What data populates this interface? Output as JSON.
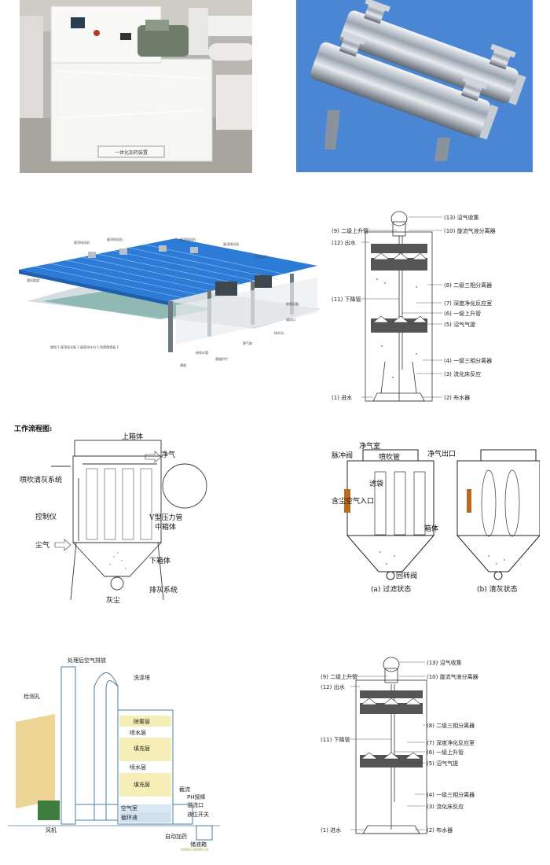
{
  "photo_dosing": {
    "plate": "一体化加药装置"
  },
  "photo_uv": {},
  "workshop": {
    "labels": [
      "屋顶排风机",
      "屋顶排风机",
      "屋顶排风机",
      "屋顶排风机",
      "负压风机",
      "除臭设备",
      "通风口",
      "排水沟",
      "换气扇",
      "给排水管",
      "隔墙 1 屋顶采光板 1 屋面排水沟 1 防腐隔墙板 1",
      "通道",
      "通风管道",
      "通道护栏"
    ]
  },
  "reactor_top": {
    "callouts": [
      "(13) 沼气收集",
      "(9) 二级上升管",
      "(10) 旋流气液分离器",
      "(12) 出水",
      "(8) 二级三相分离器",
      "(11) 下降管",
      "(7) 深度净化反应室",
      "(6) 一级上升管",
      "(5) 沼气气提",
      "(4) 一级三相分离器",
      "(3) 流化床反应",
      "(1) 进水",
      "(2) 布水器"
    ]
  },
  "flow": {
    "heading": "工作流程图:",
    "labels": [
      "上箱体",
      "净气",
      "喷吹清灰系统",
      "V型压力管",
      "中箱体",
      "控制仪",
      "尘气",
      "下箱体",
      "排灰系统",
      "灰尘"
    ]
  },
  "bag_filter": {
    "labels": [
      "净气室",
      "脉冲阀",
      "喷吹管",
      "净气出口",
      "滤袋",
      "含尘空气入口",
      "箱体",
      "回转阀"
    ],
    "captions": [
      "(a)  过滤状态",
      "(b)  清灰状态"
    ]
  },
  "scrubber": {
    "labels": [
      "处理后空气排放",
      "检测孔",
      "洗涤塔",
      "除雾层",
      "喷水层",
      "填充层",
      "填充层",
      "喷水层",
      "空气室",
      "循环液",
      "风机",
      "截流",
      "PH探棒",
      "溢流口",
      "液位开关",
      "储液箱",
      "自动加药",
      "WWW.CHEMM.CN"
    ]
  },
  "reactor_bottom": {
    "callouts": [
      "(13) 沼气收集",
      "(9) 二级上升管",
      "(10) 旋流气液分离器",
      "(12) 出水",
      "(8) 二级三相分离器",
      "(11) 下降管",
      "(7) 深度净化反应室",
      "(6) 一级上升管",
      "(5) 沼气气提",
      "(4) 一级三相分离器",
      "(3) 流化床反应",
      "(1) 进水",
      "(2) 布水器"
    ]
  }
}
